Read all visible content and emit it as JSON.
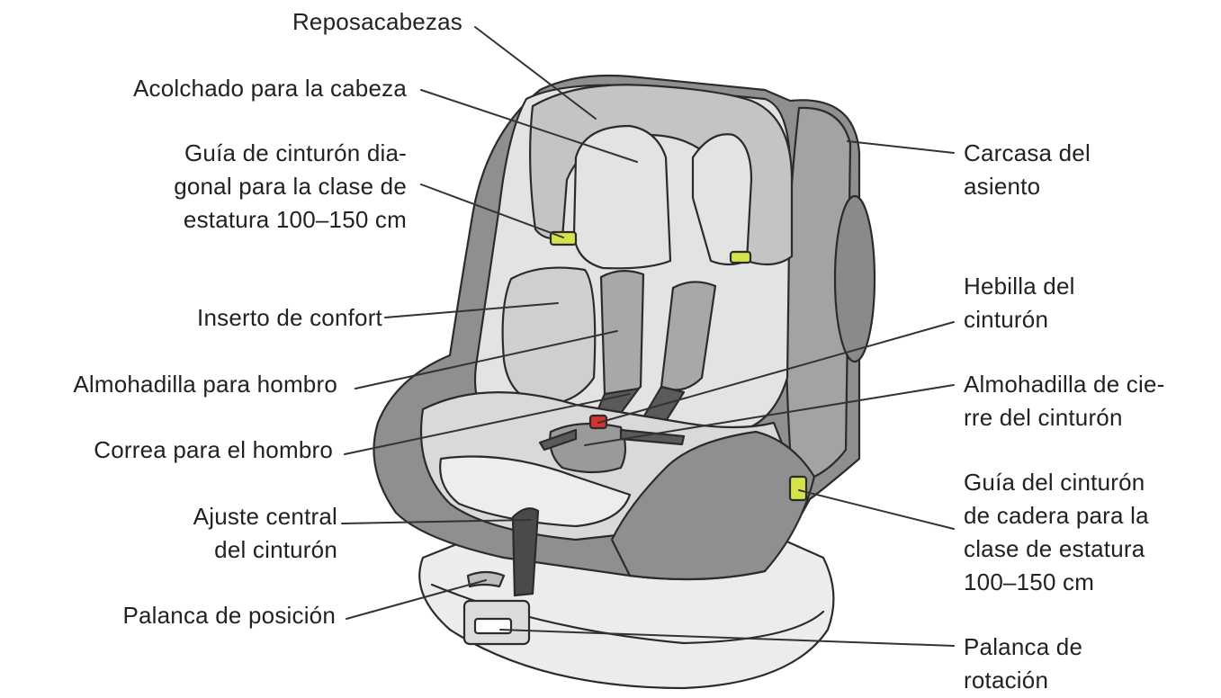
{
  "labels": {
    "reposacabezas": [
      "Reposacabezas"
    ],
    "acolchado_cabeza": [
      "Acolchado para la cabeza"
    ],
    "guia_diagonal": [
      "Guía de cinturón dia-",
      "gonal para la clase de",
      "estatura 100–150 cm"
    ],
    "inserto_confort": [
      "Inserto de confort"
    ],
    "almohadilla_hombro": [
      "Almohadilla para hombro"
    ],
    "correa_hombro": [
      "Correa para el hombro"
    ],
    "ajuste_central": [
      "Ajuste central",
      "del cinturón"
    ],
    "palanca_posicion": [
      "Palanca de posición"
    ],
    "carcasa": [
      "Carcasa del",
      "asiento"
    ],
    "hebilla": [
      "Hebilla del",
      "cinturón"
    ],
    "almohadilla_cierre": [
      "Almohadilla de cie-",
      "rre del cinturón"
    ],
    "guia_cadera": [
      "Guía del cinturón",
      "de cadera para la",
      "clase de estatura",
      "100–150 cm"
    ],
    "palanca_rotacion": [
      "Palanca de",
      "rotación"
    ]
  },
  "colors": {
    "shell_dark": "#8f8f8f",
    "fabric_mid": "#c4c4c4",
    "fabric_light": "#e3e3e3",
    "base_light": "#ececec",
    "outline": "#2b2b2b",
    "guide_green": "#d4e24b",
    "buckle_red": "#d8322f"
  }
}
